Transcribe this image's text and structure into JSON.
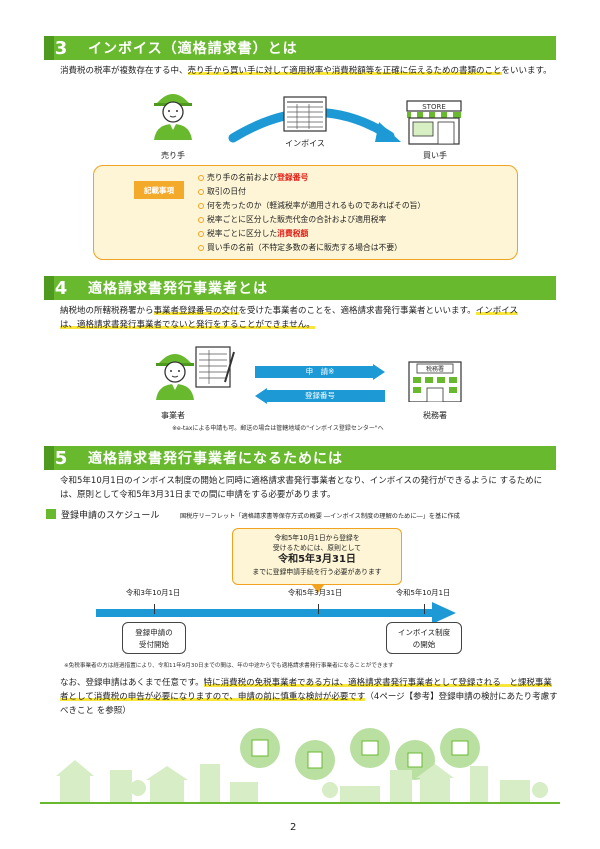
{
  "section3": {
    "number": "3",
    "title": "インボイス（適格請求書）とは",
    "desc_hl_1": "売り手から買い手に対して適用税率や消費税額等を正確に伝えるための書類のこと",
    "desc_pre": "消費税の税率が複数存在する中、",
    "desc_post": "をいいます。",
    "seller_label": "売り手",
    "invoice_label": "インボイス",
    "buyer_label": "買い手",
    "store_sign": "STORE",
    "box_tag": "記載事項",
    "items": [
      {
        "pre": "売り手の名前および",
        "red": "登録番号",
        "post": ""
      },
      {
        "pre": "取引の日付",
        "red": "",
        "post": ""
      },
      {
        "pre": "何を売ったのか（軽減税率が適用されるものであればその旨）",
        "red": "",
        "post": ""
      },
      {
        "pre": "税率ごとに区分した販売代金の合計および適用税率",
        "red": "",
        "post": ""
      },
      {
        "pre": "税率ごとに区分した",
        "red": "消費税額",
        "post": ""
      },
      {
        "pre": "買い手の名前（不特定多数の者に販売する場合は不要）",
        "red": "",
        "post": ""
      }
    ]
  },
  "section4": {
    "number": "4",
    "title": "適格請求書発行事業者とは",
    "line1_pre": "納税地の所轄税務署から",
    "line1_hl": "事業者登録番号の交付",
    "line1_post": "を受けた事業者のことを、適格請求書発行事業者といいます。",
    "line1_hl2": "インボイス",
    "line2_hl": "は、適格請求書発行事業者でないと発行をすることができません。",
    "apply_label": "申　請",
    "apply_mark": "※",
    "reg_label": "登録番号",
    "business_label": "事業者",
    "tax_office_label": "税務署",
    "tax_office_sign": "税務署",
    "note": "※e-taxによる申請も可。郵送の場合は管轄地域の\"インボイス登録センター\"へ"
  },
  "section5": {
    "number": "5",
    "title": "適格請求書発行事業者になるためには",
    "para1": "令和5年10月1日のインボイス制度の開始と同時に適格請求書発行事業者となり、インボイスの発行ができるように するためには、原則として令和5年3月31日までの間に申請をする必要があります。",
    "schedule_title": "登録申請のスケジュール",
    "schedule_src": "国税庁リーフレット「適格請求書等保存方式の概要 ―インボイス制度の理解のために―」を基に作成",
    "note_l1": "令和5年10月1日から登録を",
    "note_l2": "受けるためには、原則として",
    "note_big": "令和5年3月31日",
    "note_l3": "までに登録申請手続を行う必要があります",
    "date1": "令和3年10月1日",
    "date2": "令和5年3月31日",
    "date3": "令和5年10月1日",
    "start_box_l1": "登録申請の",
    "start_box_l2": "受付開始",
    "invoice_box_l1": "インボイス制度",
    "invoice_box_l2": "の開始",
    "exempt_note": "※免税事業者の方は経過措置により、令和11年9月30日までの間は、年の中途からでも適格請求書発行事業者になることができます",
    "para2_a": "なお、登録申請はあくまで任意です。",
    "para2_hl1": "特に消費税の免税事業者である方は、適格請求書発行事業者として登録される　と課",
    "para2_hl2": "税事業者として消費税の申告が必要になりますので、申請の前に慎重な検討が必要です",
    "para2_c": "（4ページ【参考】登録申請の検討にあたり考慮すべきこと を参照）"
  },
  "page_number": "2",
  "colors": {
    "green": "#68b92e",
    "blue": "#1d9ad6",
    "orange": "#f1a31f",
    "yellow": "#f8e63a",
    "red": "#e3221a"
  }
}
